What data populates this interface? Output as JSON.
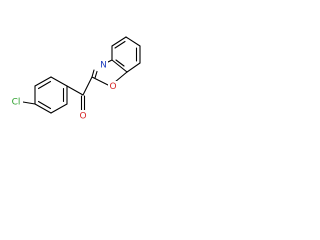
{
  "molecule": {
    "atoms": {
      "chlorine": "Cl",
      "oxazole_nitrogen": "N",
      "oxazole_oxygen": "O",
      "carbonyl_oxygen": "O"
    },
    "colors": {
      "bond": "#000000",
      "chlorine": "#2ca02c",
      "nitrogen": "#1f3fbf",
      "oxygen": "#d62728",
      "background": "#ffffff"
    }
  }
}
